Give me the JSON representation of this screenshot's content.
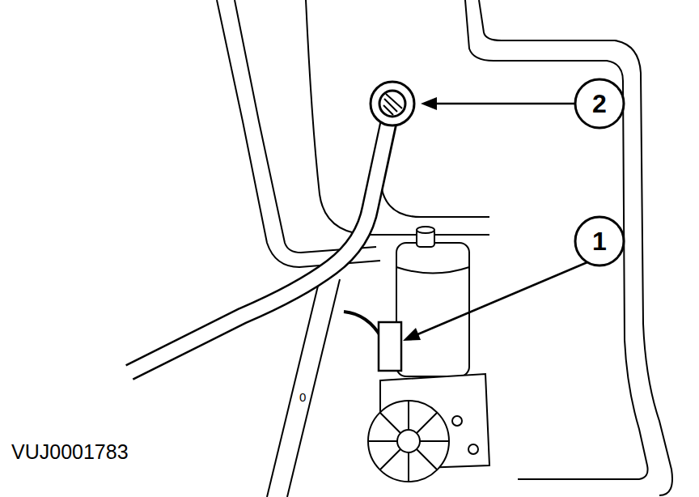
{
  "diagram": {
    "labels": [
      "2",
      "1",
      "0",
      "VUJ0001783"
    ]
  }
}
